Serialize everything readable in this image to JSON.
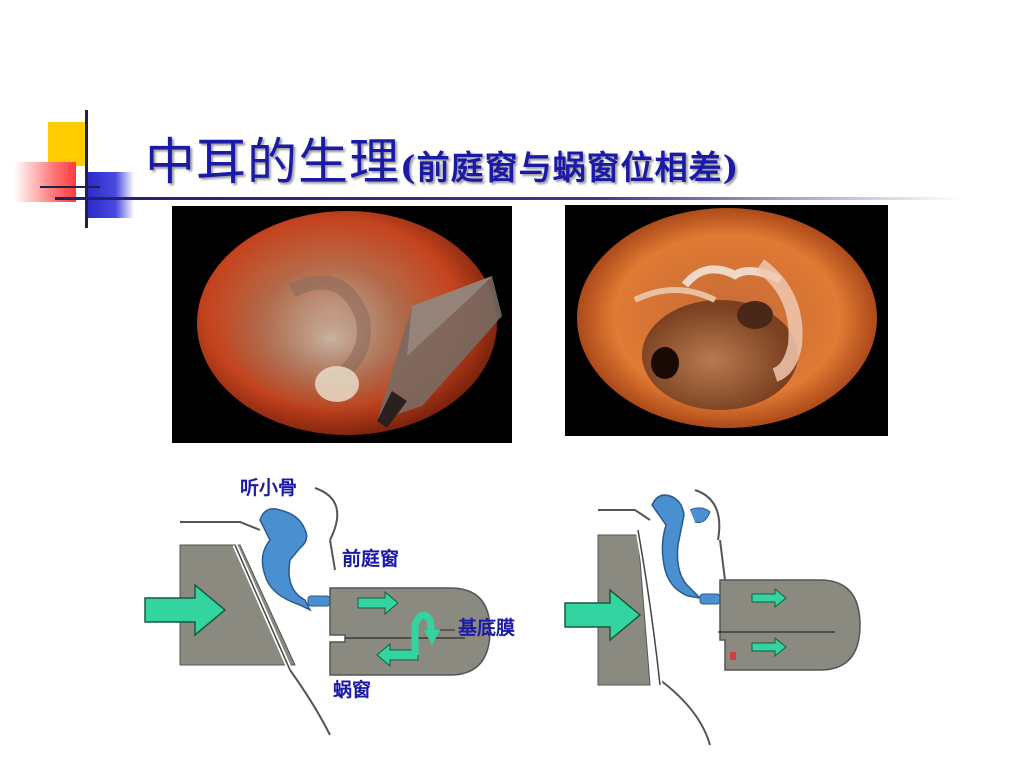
{
  "slide": {
    "title": "中耳的生理",
    "subtitle": "(前庭窗与蜗窗位相差)"
  },
  "diagram_left": {
    "label_ossicles": "听小骨",
    "label_oval_window": "前庭窗",
    "label_basilar_membrane": "基底膜",
    "label_round_window": "蜗窗"
  },
  "colors": {
    "title": "#1a1aa6",
    "ossicle": "#4a8fd0",
    "arrow": "#33d4a0",
    "cochlea": "#8a8a80",
    "label": "#1a1aa6"
  }
}
